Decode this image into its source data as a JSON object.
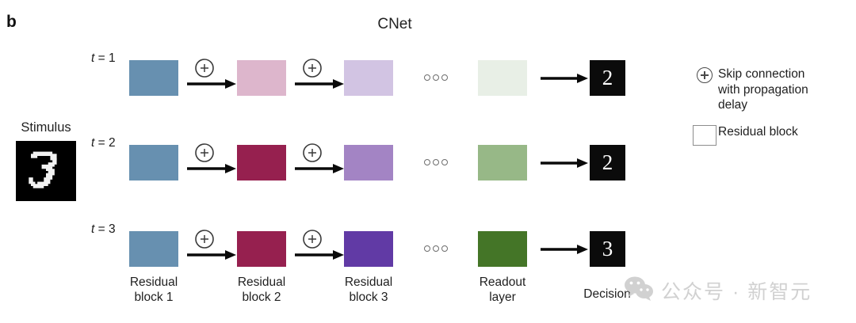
{
  "figure": {
    "panel_letter": "b",
    "title": "CNet"
  },
  "stimulus": {
    "label": "Stimulus",
    "digit": "3",
    "alt": "handwritten-digit-3"
  },
  "rows": [
    {
      "time_label_prefix": "t",
      "time_label_eq": " = ",
      "time_label_value": "1",
      "decision": "2",
      "blocks": [
        {
          "name": "residual-block-1",
          "color": "#6790b0"
        },
        {
          "name": "residual-block-2",
          "color": "#ddb6cc"
        },
        {
          "name": "residual-block-3",
          "color": "#d2c4e3"
        },
        {
          "name": "readout-layer",
          "color": "#e8efe6"
        }
      ]
    },
    {
      "time_label_prefix": "t",
      "time_label_eq": " = ",
      "time_label_value": "2",
      "decision": "2",
      "blocks": [
        {
          "name": "residual-block-1",
          "color": "#6790b0"
        },
        {
          "name": "residual-block-2",
          "color": "#96204f"
        },
        {
          "name": "residual-block-3",
          "color": "#a384c4"
        },
        {
          "name": "readout-layer",
          "color": "#97b887"
        }
      ]
    },
    {
      "time_label_prefix": "t",
      "time_label_eq": " = ",
      "time_label_value": "3",
      "decision": "3",
      "blocks": [
        {
          "name": "residual-block-1",
          "color": "#6790b0"
        },
        {
          "name": "residual-block-2",
          "color": "#96204f"
        },
        {
          "name": "residual-block-3",
          "color": "#613aa5"
        },
        {
          "name": "readout-layer",
          "color": "#447527"
        }
      ]
    }
  ],
  "ellipsis": "ooo",
  "captions": {
    "block1_line1": "Residual",
    "block1_line2": "block 1",
    "block2_line1": "Residual",
    "block2_line2": "block 2",
    "block3_line1": "Residual",
    "block3_line2": "block 3",
    "readout_line1": "Readout",
    "readout_line2": "layer",
    "decision": "Decision"
  },
  "legend": {
    "skip": {
      "icon": "circled-plus-icon",
      "line1": "Skip connection",
      "line2": "with propagation",
      "line3": "delay"
    },
    "residual": {
      "icon": "empty-square-icon",
      "label": "Residual block"
    }
  },
  "watermark": {
    "icon": "wechat-icon",
    "text": "公众号 · 新智元"
  },
  "colors": {
    "background": "#ffffff",
    "text": "#1f1f1f",
    "arrow": "#0a0a0a",
    "dots_outline": "#6d6d6d",
    "legend_outline": "#8d8d8d",
    "decision_box": "#0b0b0b",
    "watermark": "#c9c9c9"
  }
}
